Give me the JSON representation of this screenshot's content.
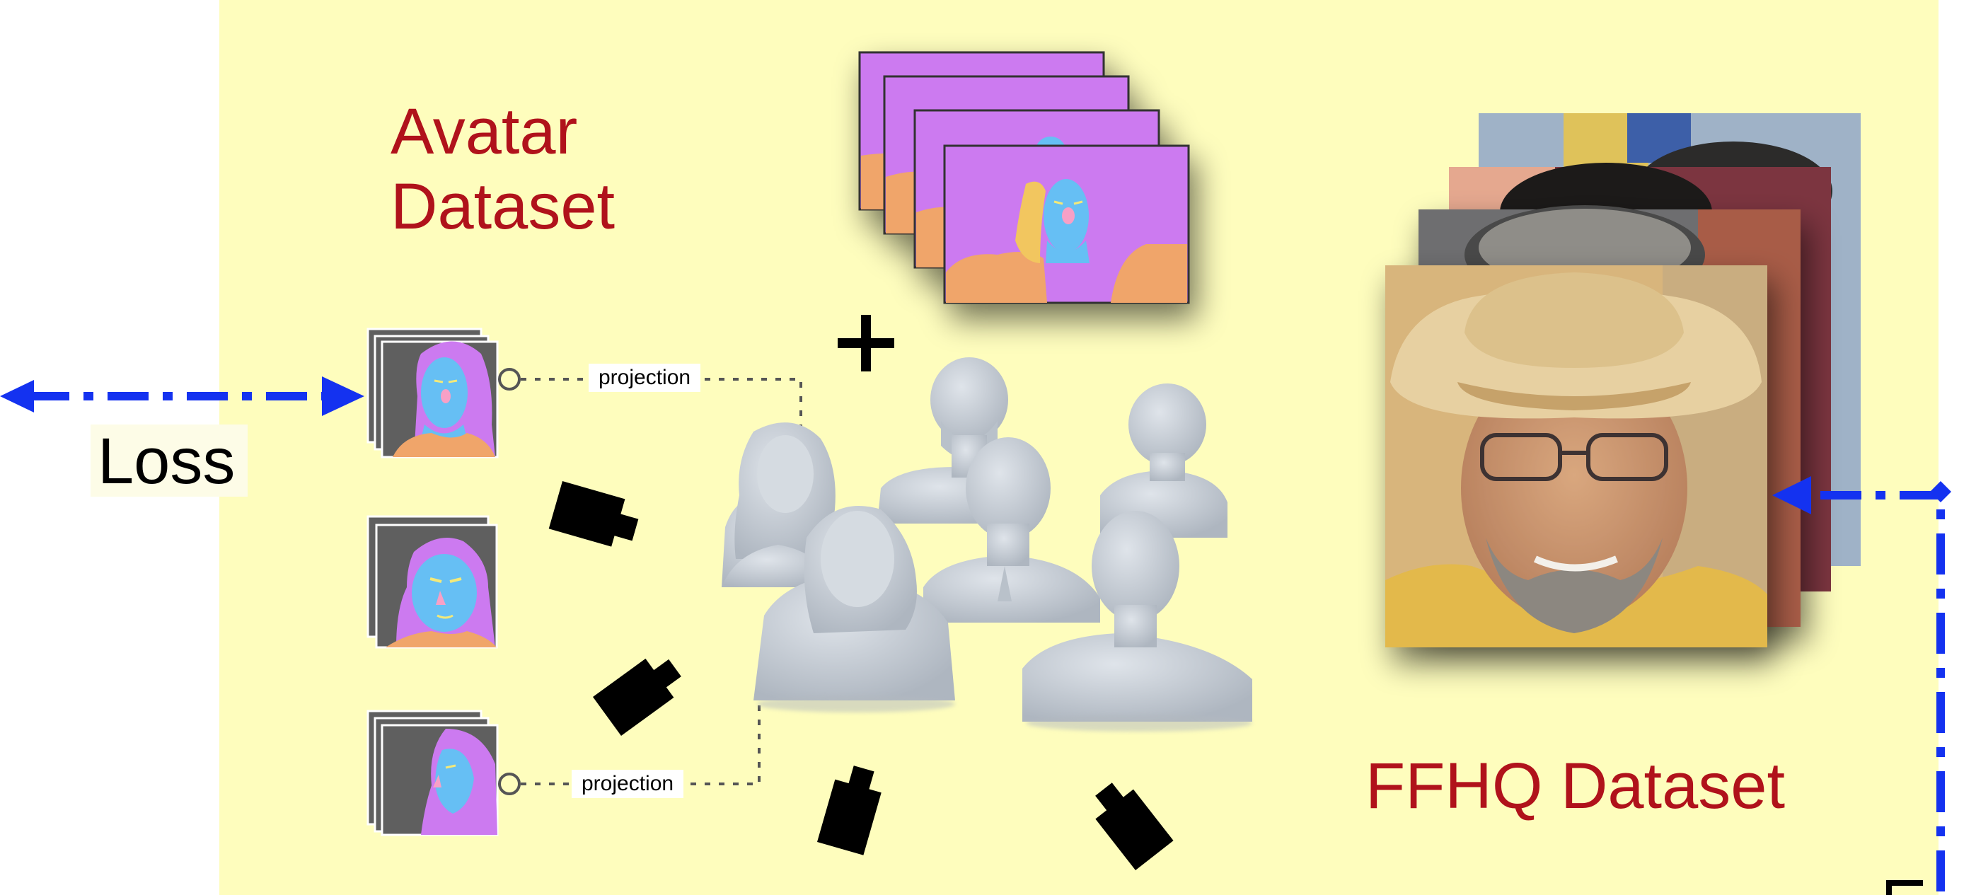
{
  "avatar_dataset": {
    "title_line1": "Avatar",
    "title_line2": "Dataset"
  },
  "ffhq_dataset": {
    "title": "FFHQ Dataset"
  },
  "loss": {
    "label": "Loss"
  },
  "projections": [
    {
      "label": "projection"
    },
    {
      "label": "projection"
    }
  ],
  "plus": {
    "symbol": "+"
  },
  "colors": {
    "panel": "#fefdbd",
    "title": "#b0121b",
    "arrow": "#1432f0",
    "seg_purple": "#cc7af0",
    "seg_face": "#66bff4",
    "seg_skin": "#f0a56a",
    "seg_hair": "#f2c65e",
    "seg_bg": "#5f5f5f",
    "bust": "#c9cfd6"
  },
  "icons": [
    "camera-icon",
    "plus-icon",
    "arrow-icon"
  ]
}
